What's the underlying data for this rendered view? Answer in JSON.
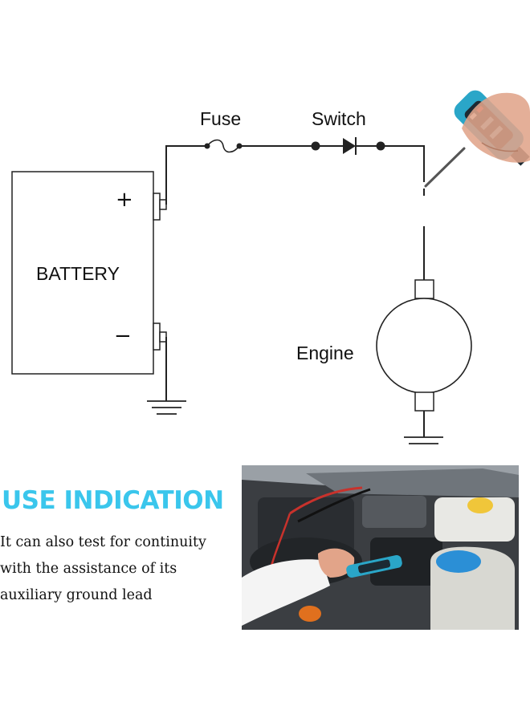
{
  "diagram": {
    "labels": {
      "fuse": "Fuse",
      "switch": "Switch",
      "battery": "BATTERY",
      "plus": "+",
      "minus": "−",
      "engine": "Engine"
    },
    "icons": [
      "fuse-icon",
      "diode-icon",
      "ground-icon",
      "test-light-probe-icon"
    ],
    "colors": {
      "probe_body": "#2aa6c8",
      "probe_dark": "#1c2a33",
      "skin": "#e0a48a"
    }
  },
  "usage": {
    "heading": "USE INDICATION",
    "lines": [
      "It can also test for continuity",
      "with the assistance of its",
      "auxiliary ground lead"
    ],
    "photo_icon": "engine-bay-photo",
    "colors": {
      "heading": "#3ac6ec"
    }
  }
}
